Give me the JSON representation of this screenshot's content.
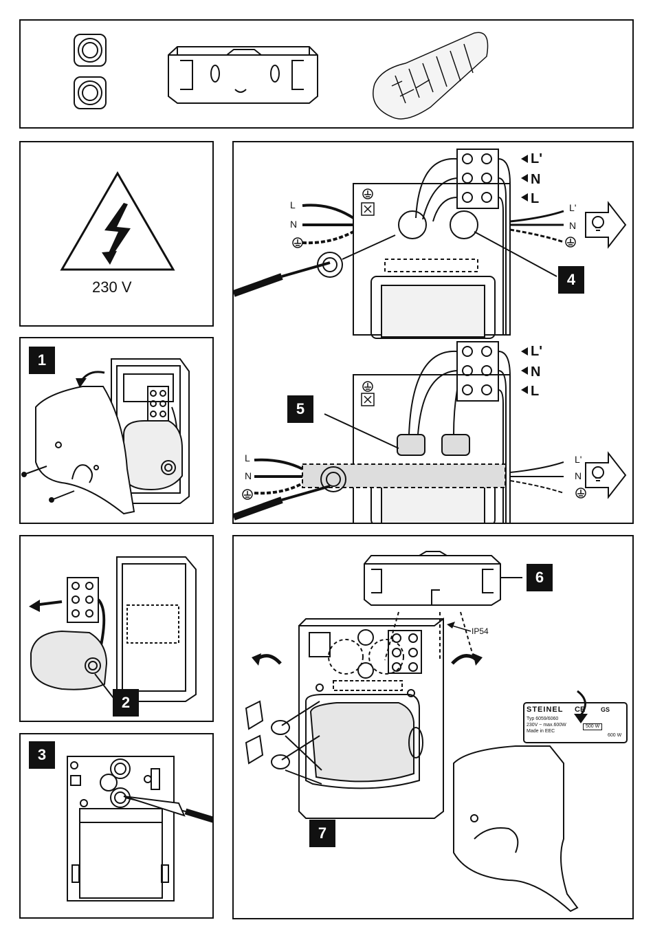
{
  "parts_panel": {
    "items": [
      "grommet-top",
      "grommet-bottom",
      "terminal-cover",
      "insulating-tape"
    ]
  },
  "warning_panel": {
    "voltage": "230 V",
    "icon": "high-voltage-warning-icon"
  },
  "steps": {
    "s1": "1",
    "s2": "2",
    "s3": "3",
    "s4": "4",
    "s5": "5",
    "s6": "6",
    "s7": "7"
  },
  "wiring": {
    "terminal_labels": [
      "L'",
      "N",
      "L"
    ],
    "mains_in": [
      "L",
      "N"
    ],
    "load_out": [
      "L'",
      "N"
    ],
    "lamp_icon": "lamp-arrow-icon",
    "earth_icon": "earth-ground-icon"
  },
  "mounting": {
    "ip_rating": "IP54",
    "label_plate": {
      "brand": "STEINEL",
      "marks": [
        "CE",
        "GS"
      ],
      "model": "Typ 6059/6060",
      "rating": "230V ~ max.600W",
      "origin": "Made in EEC",
      "load_1": "500 W",
      "load_2": "600 W"
    }
  }
}
